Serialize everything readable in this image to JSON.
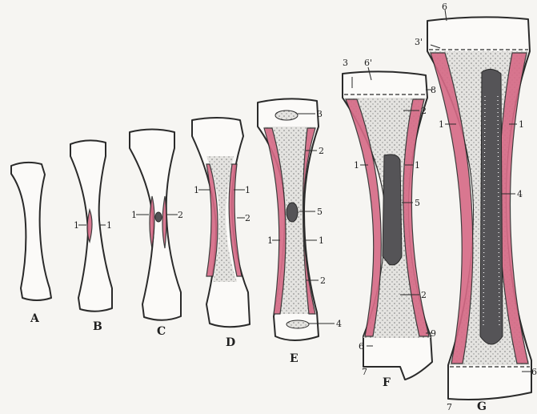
{
  "figure_labels": {
    "A": "A",
    "B": "B",
    "C": "C",
    "D": "D",
    "E": "E",
    "F": "F",
    "G": "G"
  },
  "part_labels": {
    "one": "1",
    "two": "2",
    "three": "3",
    "three_prime": "3'",
    "four": "4",
    "five": "5",
    "six": "6",
    "six_prime": "6'",
    "seven": "7",
    "eight": "8",
    "nine": "9"
  },
  "colors": {
    "ossified_bone": "#d66a86",
    "cartilage": "#dcdcdc",
    "marrow_cavity": "#555457",
    "outline": "#2a2a2a"
  }
}
